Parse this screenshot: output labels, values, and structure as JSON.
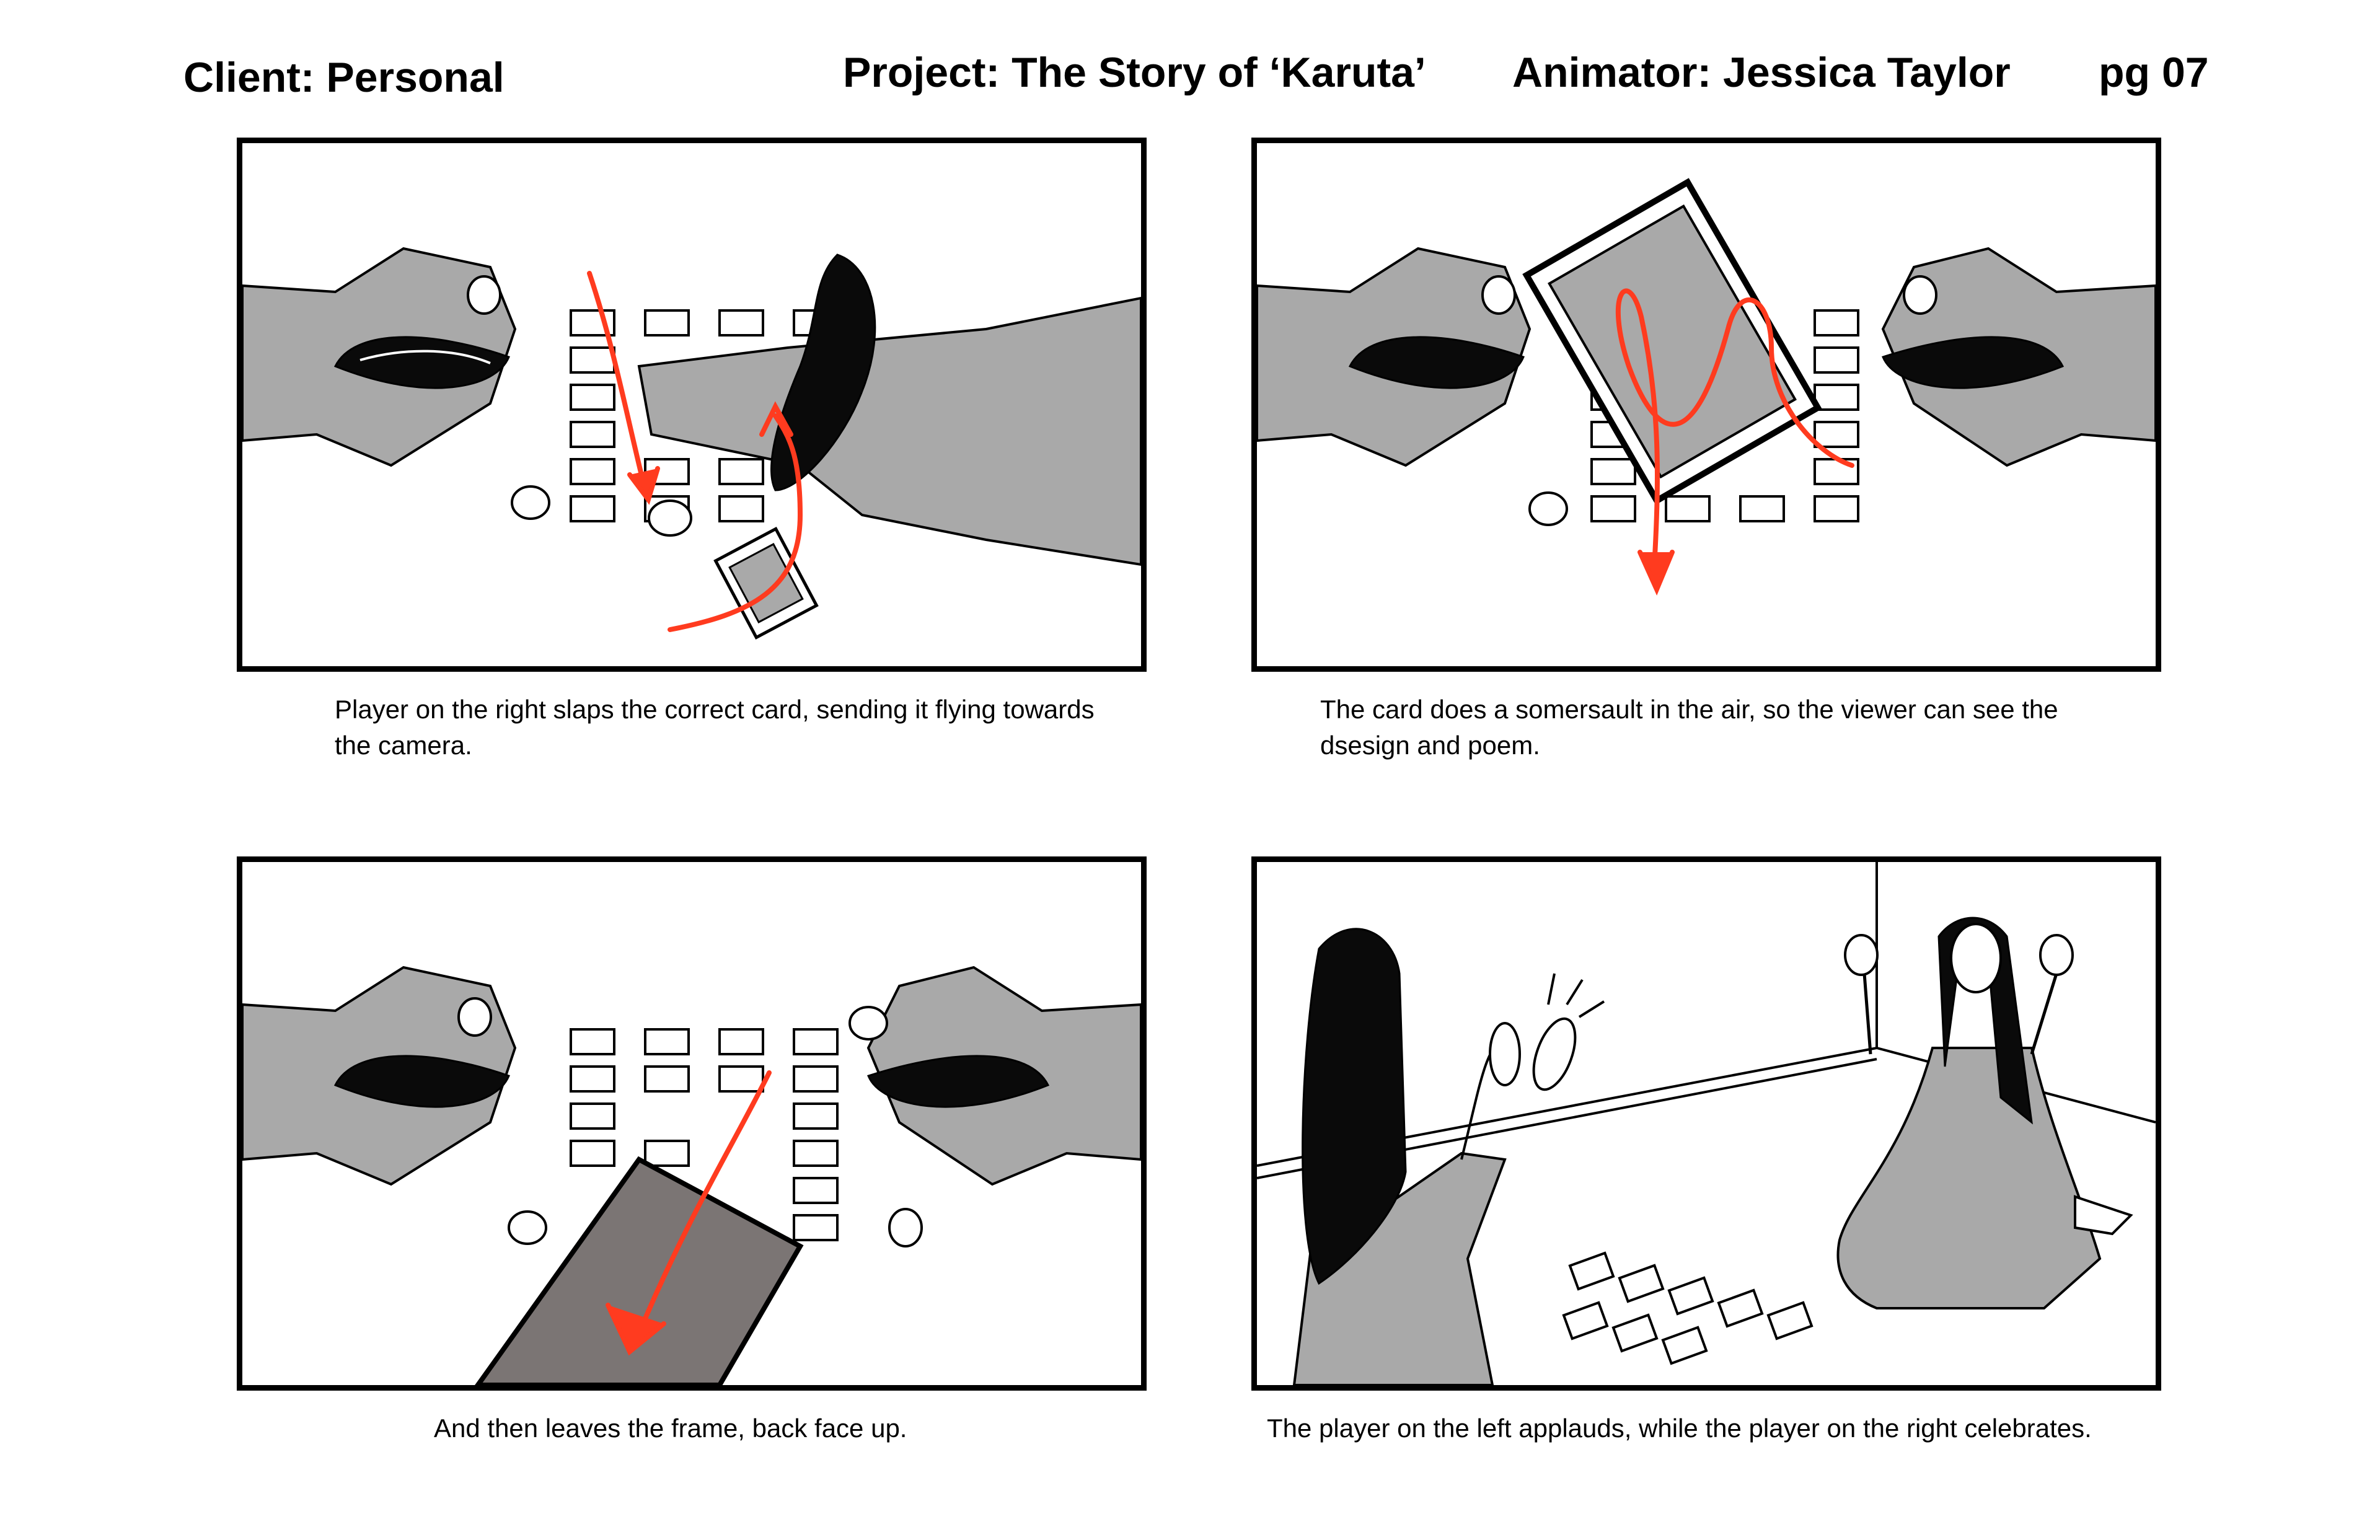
{
  "header": {
    "client": "Client: Personal",
    "project": "Project: The Story of ‘Karuta’",
    "animator": "Animator: Jessica Taylor",
    "page": "pg 07"
  },
  "panels": [
    {
      "caption": "Player on the right slaps the correct card, sending it flying towards the camera."
    },
    {
      "caption": "The card does a somersault in the air, so the viewer can see the dsesign and poem."
    },
    {
      "caption": "And then leaves the frame, back face up."
    },
    {
      "caption": "The player on the left applauds, while the player on the right celebrates."
    }
  ],
  "colors": {
    "ink": "#000000",
    "robe": "#a9a9a9",
    "hair": "#0a0a0a",
    "motion_arrow": "#ff3b1f",
    "card_back": "#7b7574"
  }
}
